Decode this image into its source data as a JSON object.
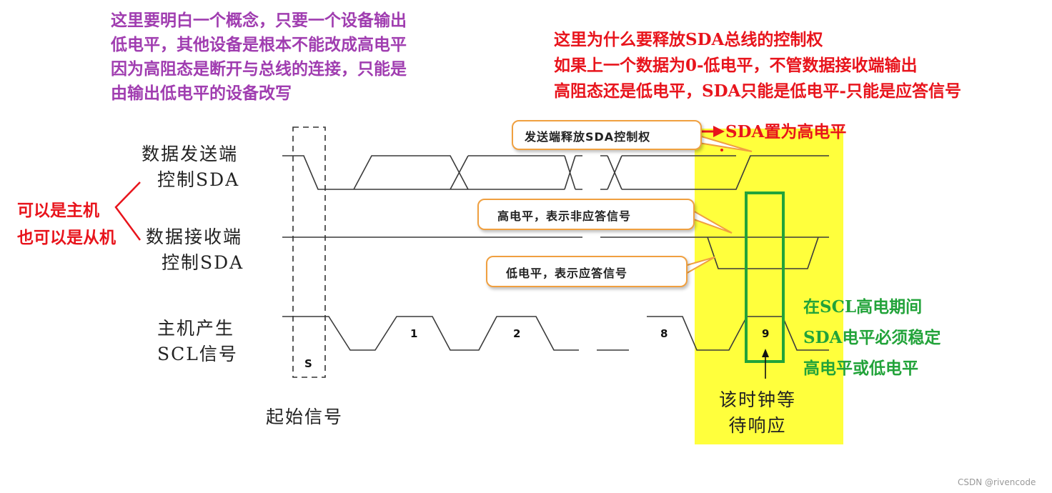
{
  "notes": {
    "purple": [
      "这里要明白一个概念，只要一个设备输出",
      "低电平，其他设备是根本不能改成高电平",
      "因为高阻态是断开与总线的连接，只能是",
      "由输出低电平的设备改写"
    ],
    "red_top": [
      "这里为什么要释放SDA总线的控制权",
      "如果上一个数据为0-低电平，不管数据接收端输出",
      "高阻态还是低电平，SDA只能是低电平-只能是应答信号"
    ],
    "red_sda_high": "SDA置为高电平",
    "red_left": [
      "可以是主机",
      "也可以是从机"
    ],
    "green": [
      "在SCL高电期间",
      "SDA电平必须稳定",
      "高电平或低电平"
    ]
  },
  "labels": {
    "sender": [
      "数据发送端",
      "控制SDA"
    ],
    "receiver": [
      "数据接收端",
      "控制SDA"
    ],
    "scl": [
      "主机产生",
      "SCL信号"
    ],
    "start_signal": "起始信号",
    "start_box": "S",
    "wait": [
      "该时钟等",
      "待响应"
    ]
  },
  "callouts": {
    "release": "发送端释放SDA控制权",
    "nack": "高电平，表示非应答信号",
    "ack": "低电平，表示应答信号"
  },
  "clock_numbers": [
    "1",
    "2",
    "8",
    "9"
  ],
  "watermark": "CSDN @rivencode",
  "colors": {
    "highlight": "#ffff3c",
    "callout_border": "#f0a040",
    "green_box": "#22a33a",
    "red": "#e8141c"
  }
}
